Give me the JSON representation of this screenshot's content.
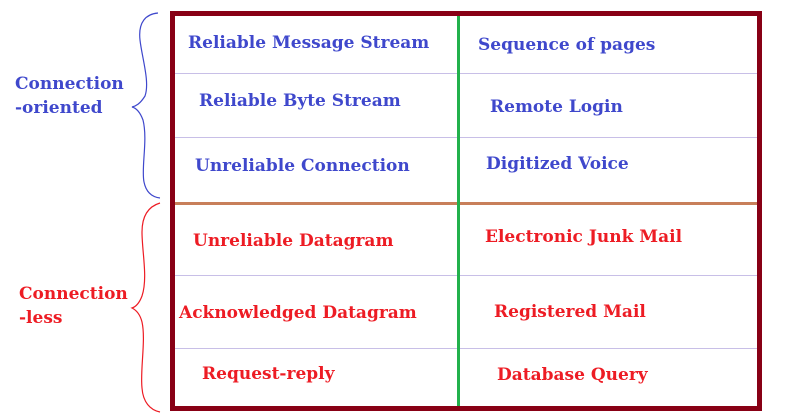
{
  "groups": {
    "connection_oriented": {
      "line1": "Connection",
      "line2": "-oriented",
      "color": "#3f48cc"
    },
    "connectionless": {
      "line1": "Connection",
      "line2": "-less",
      "color": "#ed1c24"
    }
  },
  "rows": [
    {
      "service": "Reliable Message Stream",
      "example": "Sequence of pages"
    },
    {
      "service": "Reliable Byte Stream",
      "example": "Remote Login"
    },
    {
      "service": "Unreliable Connection",
      "example": "Digitized Voice"
    },
    {
      "service": "Unreliable Datagram",
      "example": "Electronic Junk Mail"
    },
    {
      "service": "Acknowledged Datagram",
      "example": "Registered Mail"
    },
    {
      "service": "Request-reply",
      "example": "Database Query"
    }
  ],
  "colors": {
    "border": "#880015",
    "center_line": "#22b14c",
    "group_divider": "#c87f5a",
    "row_lines": "#c8bfe7"
  }
}
